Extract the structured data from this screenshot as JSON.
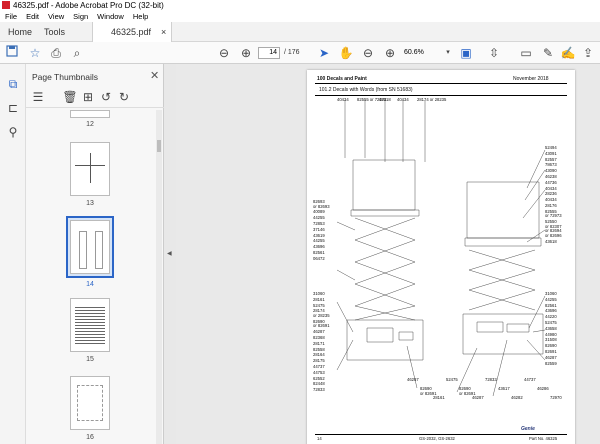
{
  "window": {
    "title": "46325.pdf - Adobe Acrobat Pro DC (32-bit)"
  },
  "menu": [
    "File",
    "Edit",
    "View",
    "Sign",
    "Window",
    "Help"
  ],
  "tabs": {
    "home": "Home",
    "tools": "Tools",
    "doc": "46325.pdf"
  },
  "toolbar": {
    "page_current": "14",
    "page_total": "/ 176",
    "zoom": "60.6%"
  },
  "thumbnails": {
    "title": "Page Thumbnails",
    "pages": [
      "12",
      "13",
      "14",
      "15",
      "16"
    ],
    "selected": "14"
  },
  "page": {
    "header_left": "100 Decals and Paint",
    "header_right": "November 2018",
    "subheader": "101.2 Decals with Words (from SN 51683)",
    "brand": "Genie",
    "footer_left": "14",
    "footer_center": "GS-2032, GS-2632",
    "footer_right": "Part No. 46325",
    "top_labels": [
      "40434",
      "82555\nor 72973",
      "43618",
      "40434",
      "28174\nor 28235"
    ],
    "right_upper_labels": [
      "52494",
      "43091",
      "82557",
      "78673",
      "43090",
      "46238",
      "44736",
      "40434",
      "28236",
      "40434",
      "28176",
      "82555\nor 72973",
      "52550\nor 82307\nor 82694\nor 82696",
      "43618"
    ],
    "left_upper_labels": [
      "82693\nor 82693",
      "40089",
      "44255",
      "72853",
      "37146",
      "43619",
      "44255",
      "43696",
      "82561",
      "06472"
    ],
    "left_lower_labels": [
      "31060",
      "28161",
      "52475",
      "28174\nor 28235",
      "82690\nor 82691",
      "46287",
      "82368",
      "28171",
      "82558",
      "28164",
      "28175",
      "44737",
      "44753",
      "62552",
      "82448",
      "72833"
    ],
    "right_lower_labels": [
      "31060",
      "44255",
      "82561",
      "43696",
      "44220",
      "52475",
      "43658",
      "44980",
      "31508",
      "82690",
      "82691",
      "46287",
      "82559"
    ],
    "bottom_labels": [
      "46287",
      "82690\nor 82691",
      "28161",
      "52475",
      "82690\nor 82691",
      "46287",
      "72833",
      "43617",
      "46282",
      "44737",
      "46286",
      "72970"
    ]
  }
}
